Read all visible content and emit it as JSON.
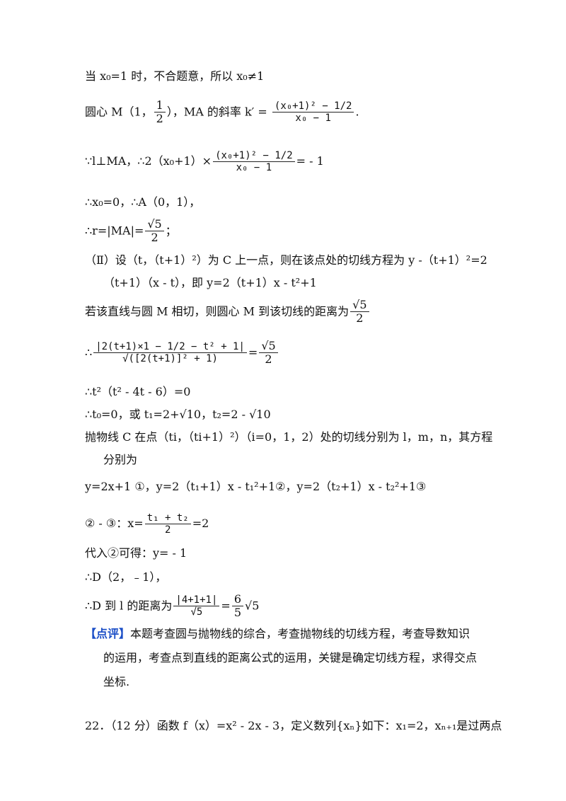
{
  "lines": {
    "l1": "当 x₀=1 时，不合题意，所以 x₀≠1",
    "l2a": "圆心 M（1，",
    "l2b": "1",
    "l2c": "2",
    "l2d": "），MA 的斜率",
    "l2k": "k′ =",
    "l2num": "(x₀+1)² − 1/2",
    "l2den": "x₀ − 1",
    "l2end": ".",
    "l3a": "∵l⊥MA，∴2（x₀+1）×",
    "l3num": "(x₀+1)² − 1/2",
    "l3den": "x₀ − 1",
    "l3end": "= - 1",
    "l4": "∴x₀=0，∴A（0，1），",
    "l5a": "∴r=|MA|=",
    "l5num": "√5",
    "l5den": "2",
    "l5end": "；",
    "l6a": "（Ⅱ）设（t，（t+1）²）为 C 上一点，则在该点处的切线方程为 y -（t+1）²=2",
    "l6b": "（t+1）（x - t），即 y=2（t+1）x - t²+1",
    "l7a": "若该直线与圆 M 相切，则圆心 M 到该切线的距离为",
    "l7num": "√5",
    "l7den": "2",
    "l8a": "∴",
    "l8num": "|2(t+1)×1 − 1/2 − t² + 1|",
    "l8den": "√([2(t+1)]² + 1)",
    "l8eq": "=",
    "l8rnum": "√5",
    "l8rden": "2",
    "l9": "∴t²（t² - 4t - 6）=0",
    "l10": "∴t₀=0，或 t₁=2+√10，t₂=2 - √10",
    "l11a": "抛物线 C 在点（ti，（ti+1）²）（i=0，1，2）处的切线分别为 l，m，n，其方程",
    "l11b": "分别为",
    "l12": "y=2x+1 ①，y=2（t₁+1）x - t₁²+1②，y=2（t₂+1）x - t₂²+1③",
    "l13a": "② - ③：x=",
    "l13num": "t₁ + t₂",
    "l13den": "2",
    "l13end": "=2",
    "l14": "代入②可得：y= - 1",
    "l15": "∴D（2，﹣1），",
    "l16a": "∴D 到 l 的距离为",
    "l16num": "|4+1+1|",
    "l16den": "√5",
    "l16eq": "=",
    "l16rnum": "6",
    "l16rden": "5",
    "l16end": "√5",
    "comment_tag": "【点评】",
    "comment1": "本题考查圆与抛物线的综合，考查抛物线的切线方程，考查导数知识",
    "comment2": "的运用，考查点到直线的距离公式的运用，关键是确定切线方程，求得交点",
    "comment3": "坐标.",
    "q22": "22．（12 分）函数 f（x）=x² - 2x - 3，定义数列{xₙ}如下：x₁=2，xₙ₊₁是过两点"
  }
}
